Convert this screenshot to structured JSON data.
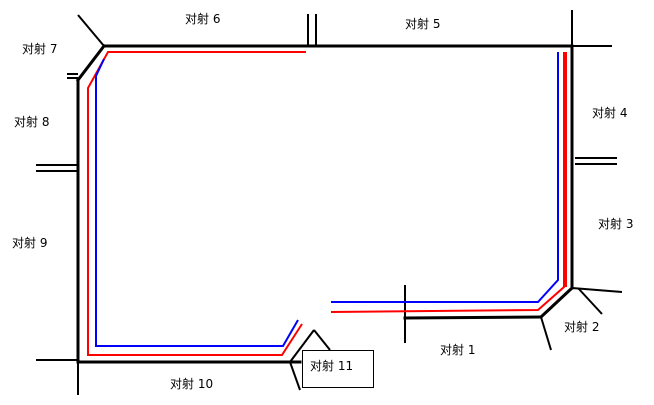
{
  "colors": {
    "wall": "#000000",
    "route_red": "#ff0000",
    "route_blue": "#0000ff"
  },
  "labels": [
    {
      "id": "l1",
      "text": "对射 1"
    },
    {
      "id": "l2",
      "text": "对射 2"
    },
    {
      "id": "l3",
      "text": "对射 3"
    },
    {
      "id": "l4",
      "text": "对射 4"
    },
    {
      "id": "l5",
      "text": "对射 5"
    },
    {
      "id": "l6",
      "text": "对射 6"
    },
    {
      "id": "l7",
      "text": "对射 7"
    },
    {
      "id": "l8",
      "text": "对射 8"
    },
    {
      "id": "l9",
      "text": "对射 9"
    },
    {
      "id": "l10",
      "text": "对射 10"
    },
    {
      "id": "l11",
      "text": "对射 11"
    }
  ]
}
